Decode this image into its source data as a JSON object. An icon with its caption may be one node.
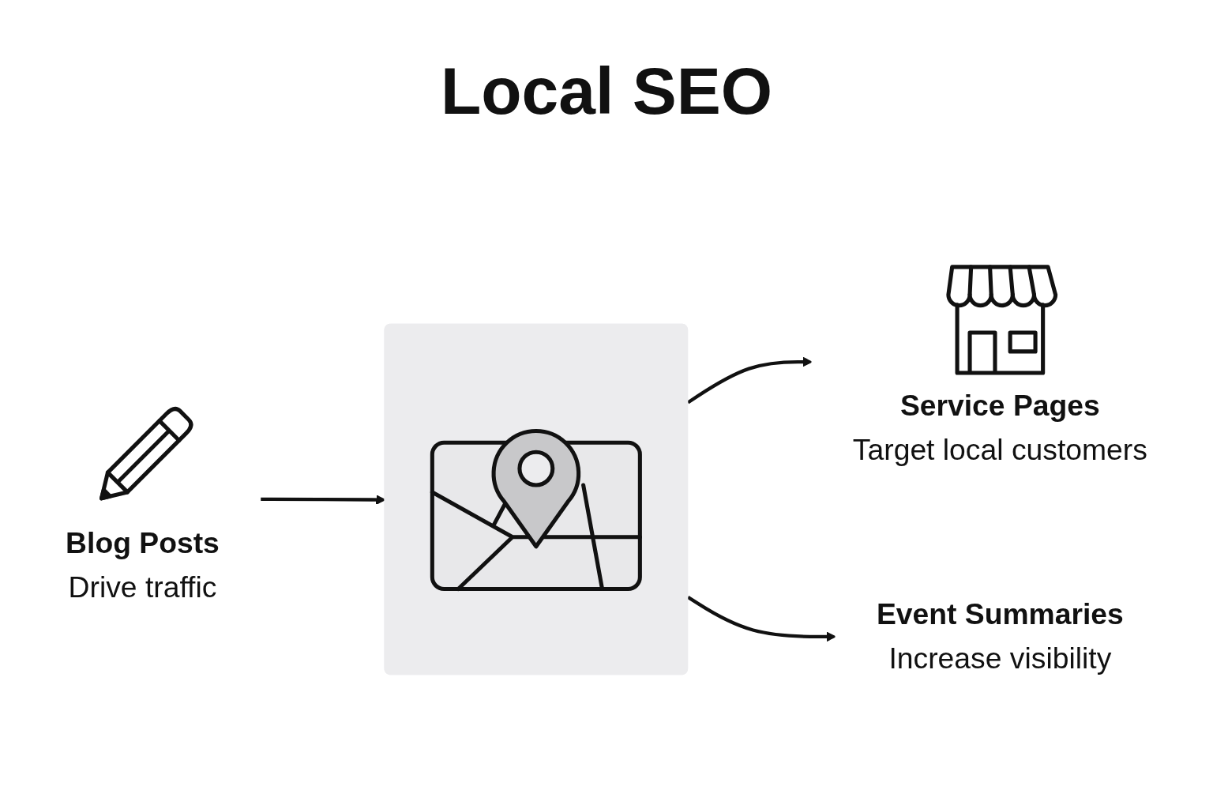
{
  "diagram": {
    "title": "Local SEO",
    "nodes": [
      {
        "text": [
          "Blog Posts",
          "Drive traffic"
        ]
      },
      {
        "text": [],
        "shape": "picture"
      },
      {
        "text": [
          "Service Pages",
          "Target local customers"
        ]
      },
      {
        "text": [
          "Event Summaries",
          "Increase visibility"
        ]
      }
    ],
    "edges": [
      {
        "from": 0,
        "to": 1,
        "arrow": "to"
      },
      {
        "from": 1,
        "to": 2,
        "arrow": "to"
      },
      {
        "from": 1,
        "to": 3,
        "arrow": "to"
      }
    ]
  }
}
